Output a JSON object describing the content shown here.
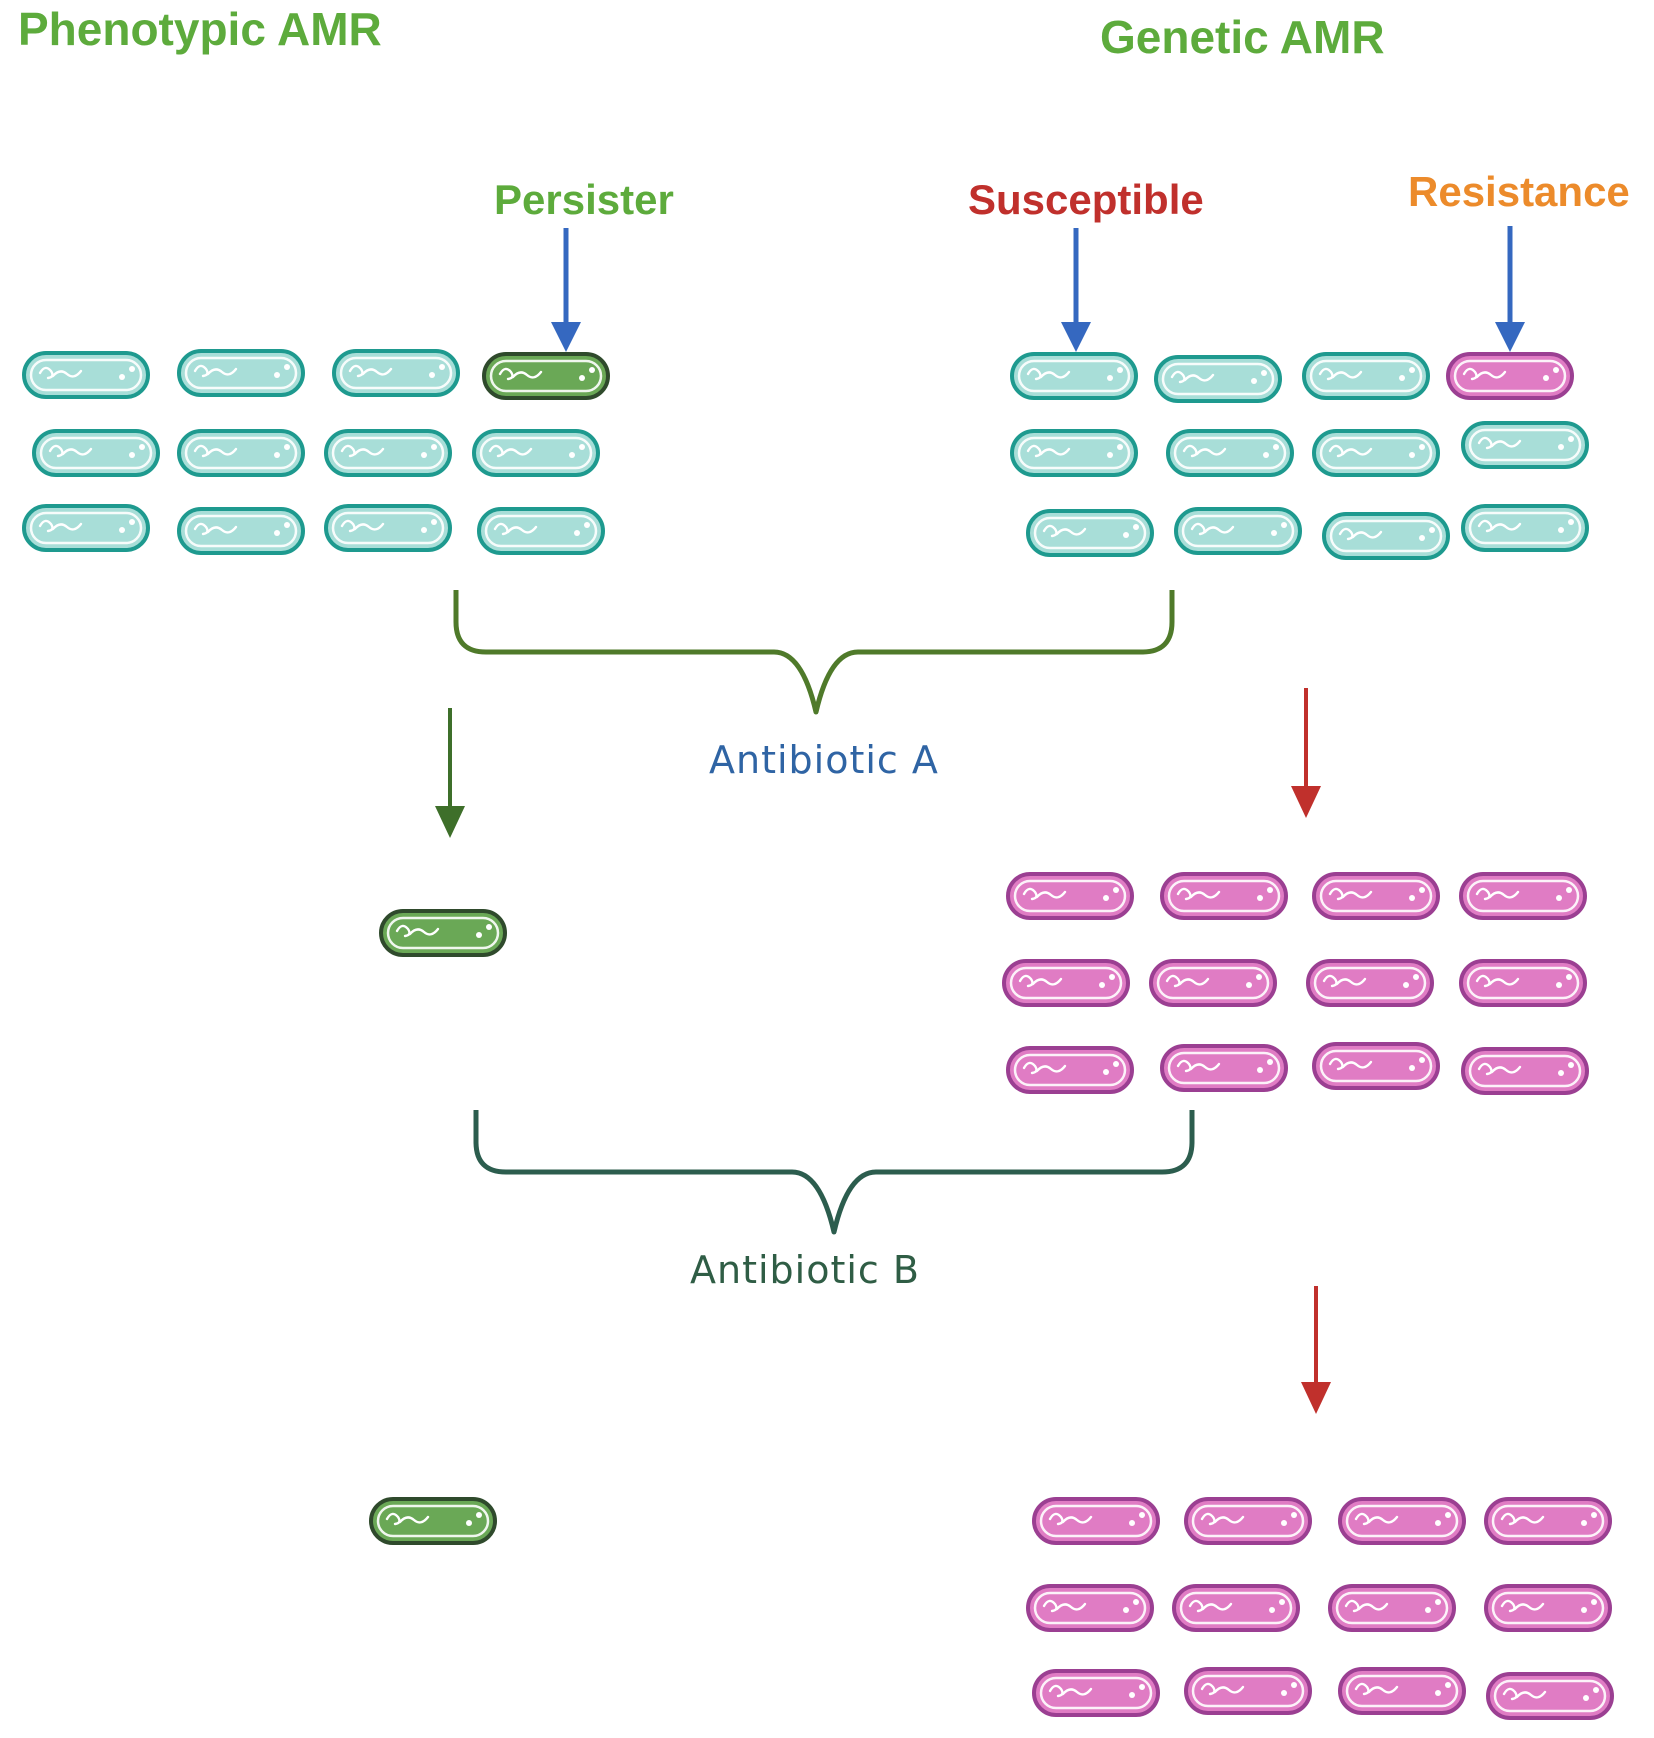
{
  "titles": {
    "phenotypic": "Phenotypic AMR",
    "genetic": "Genetic AMR"
  },
  "labels": {
    "persister": "Persister",
    "susceptible": "Susceptible",
    "resistance": "Resistance",
    "antibiotic_a": "Antibiotic A",
    "antibiotic_b": "Antibiotic B"
  },
  "colors": {
    "title_green": "#5dab3c",
    "persister_green": "#5dab3c",
    "susceptible_red": "#c0302c",
    "resistance_orange": "#ec8b2b",
    "antibiotic_a_blue": "#2f64a4",
    "antibiotic_b_green": "#2f5d45",
    "pointer_blue": "#3568c0",
    "arrow_green": "#3e6f2a",
    "arrow_red": "#c0302c",
    "brace_a": "#4f7a2a",
    "brace_b": "#2c5d4e",
    "teal_fill": "#a8ded8",
    "teal_stroke": "#1e9a8f",
    "pink_fill": "#e07cc4",
    "pink_stroke": "#9b3f92",
    "green_fill": "#6aa856",
    "green_stroke": "#2f4a2c"
  }
}
